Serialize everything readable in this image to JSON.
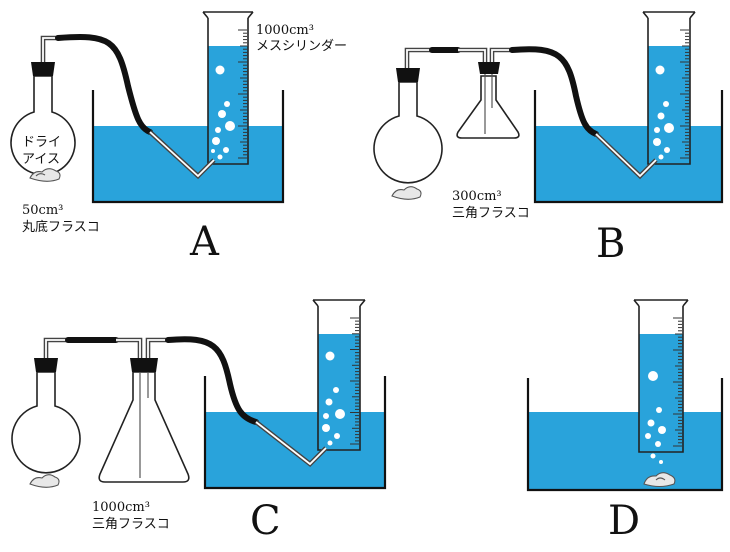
{
  "labels": {
    "A": "A",
    "B": "B",
    "C": "C",
    "D": "D"
  },
  "apparatus": {
    "cylinder_1000": [
      "1000cm³",
      "メスシリンダー"
    ],
    "dry_ice": [
      "ドライ",
      "アイス"
    ],
    "round_flask_50": [
      "50cm³",
      "丸底フラスコ"
    ],
    "conical_flask_300": [
      "300cm³",
      "三角フラスコ"
    ],
    "conical_flask_1000": [
      "1000cm³",
      "三角フラスコ"
    ]
  },
  "colors": {
    "water": "#29a3db",
    "hose": "#111111",
    "outline": "#222222"
  }
}
